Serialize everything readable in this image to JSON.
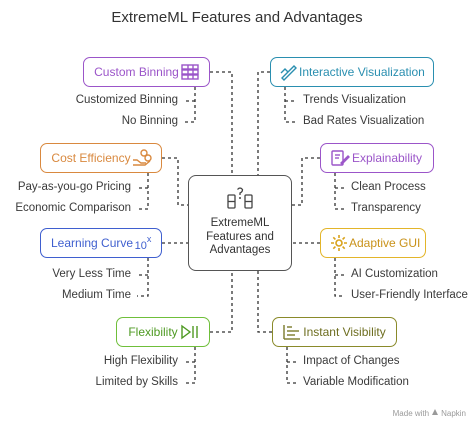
{
  "title": "ExtremeML Features and Advantages",
  "center": {
    "text": "ExtremeML Features and Advantages",
    "icon": "puzzle-blocks-icon"
  },
  "features": {
    "custom_binning": {
      "label": "Custom Binning",
      "color": "#9b55c9",
      "icon": "binning-icon",
      "items": [
        "Customized Binning",
        "No Binning"
      ]
    },
    "cost_efficiency": {
      "label": "Cost Efficiency",
      "color": "#d9893f",
      "icon": "coins-hand-icon",
      "items": [
        "Pay-as-you-go Pricing",
        "Economic Comparison"
      ]
    },
    "learning_curve": {
      "label": "Learning Curve",
      "color": "#3f5fcf",
      "icon": "exponent-icon",
      "icon_text": "10",
      "icon_sup": "x",
      "items": [
        "Very Less Time",
        "Medium Time"
      ]
    },
    "flexibility": {
      "label": "Flexibility",
      "color": "#6fbf3a",
      "icon": "play-pause-icon",
      "items": [
        "High Flexibility",
        "Limited by Skills"
      ]
    },
    "interactive_visualization": {
      "label": "Interactive Visualization",
      "color": "#2a8fb0",
      "icon": "pen-chart-icon",
      "items": [
        "Trends Visualization",
        "Bad Rates Visualization"
      ]
    },
    "explainability": {
      "label": "Explainability",
      "color": "#9b55c9",
      "icon": "document-pen-icon",
      "items": [
        "Clean Process",
        "Transparency"
      ]
    },
    "adaptive_gui": {
      "label": "Adaptive GUI",
      "color": "#e3b52a",
      "icon": "gear-cog-icon",
      "items": [
        "AI Customization",
        "User-Friendly Interface"
      ]
    },
    "instant_visibility": {
      "label": "Instant Visibility",
      "color": "#7a7a2a",
      "icon": "bar-list-icon",
      "items": [
        "Impact of Changes",
        "Variable Modification"
      ]
    }
  },
  "footer": {
    "text": "Made with",
    "brand": "Napkin"
  }
}
